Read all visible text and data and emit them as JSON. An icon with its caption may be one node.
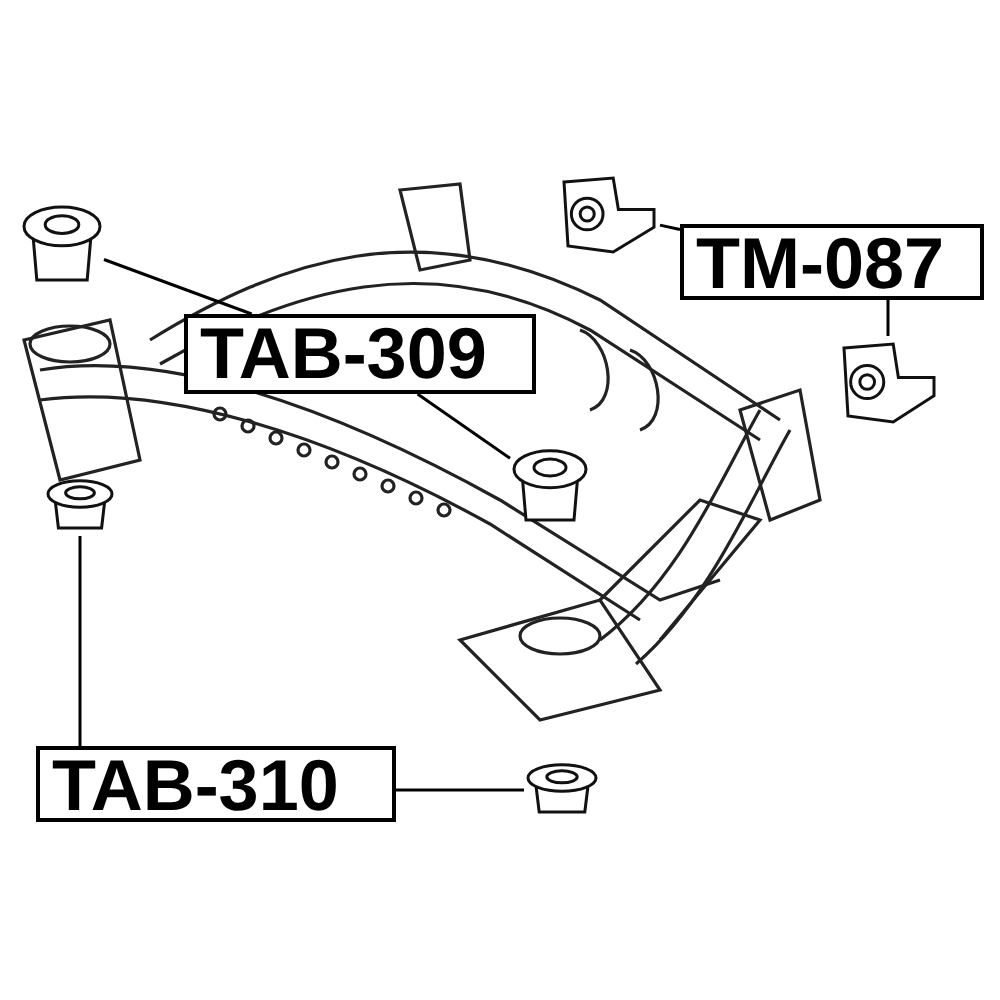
{
  "diagram": {
    "nodes": [
      {
        "text": [
          "TM-087"
        ]
      },
      {
        "text": [
          "TAB-309"
        ]
      },
      {
        "text": [
          "TAB-310"
        ]
      },
      {
        "text": [],
        "shape": "picture"
      },
      {
        "text": [],
        "shape": "picture"
      },
      {
        "text": [],
        "shape": "picture"
      },
      {
        "text": [],
        "shape": "picture"
      },
      {
        "text": [],
        "shape": "picture"
      },
      {
        "text": [],
        "shape": "picture"
      }
    ],
    "edges": [
      {
        "from": 1,
        "to": 3,
        "arrow": "none"
      },
      {
        "from": 1,
        "to": 6,
        "arrow": "none"
      },
      {
        "from": 0,
        "to": 4,
        "arrow": "none"
      },
      {
        "from": 0,
        "to": 5,
        "arrow": "none"
      },
      {
        "from": 2,
        "to": 7,
        "arrow": "none"
      },
      {
        "from": 2,
        "to": 8,
        "arrow": "none"
      }
    ]
  }
}
